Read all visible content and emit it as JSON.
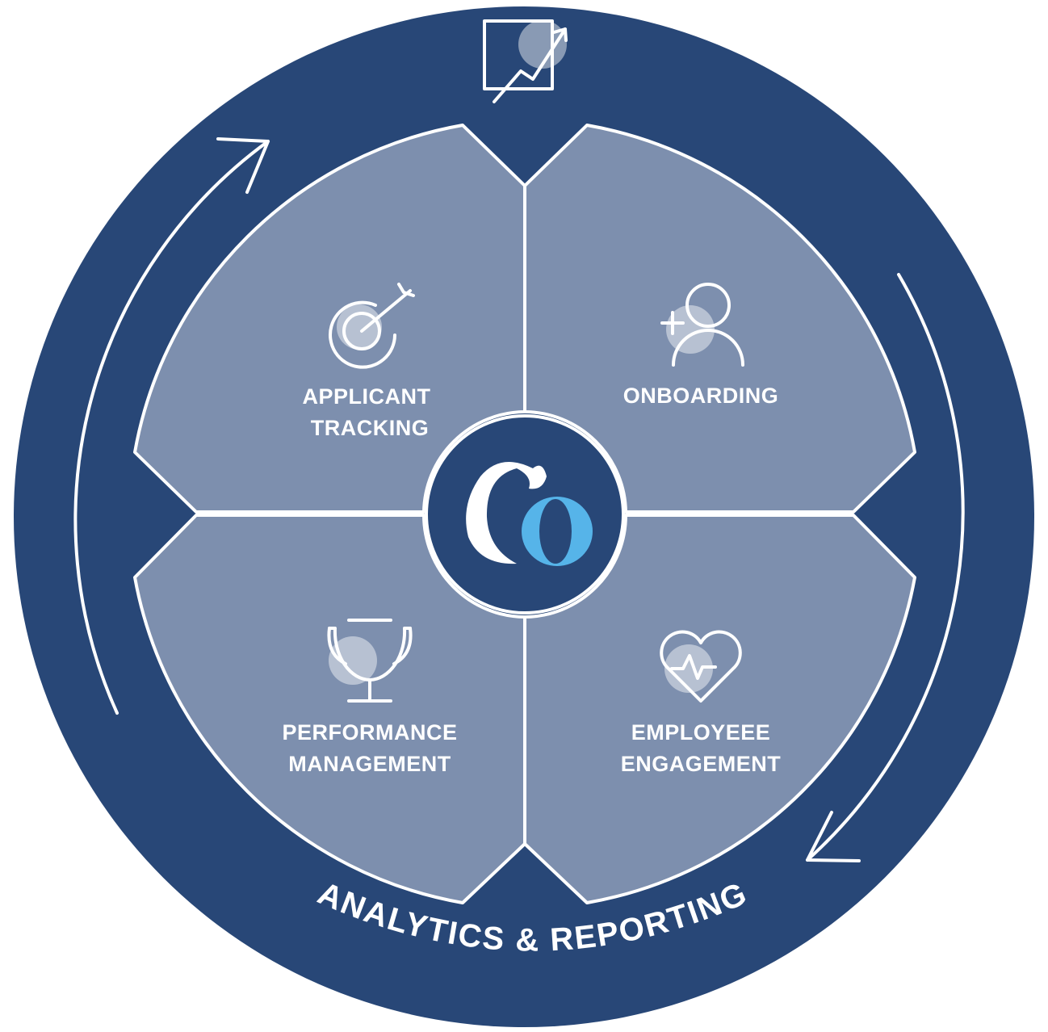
{
  "colors": {
    "outer_ring": "#284777",
    "segment": "#7d8fae",
    "line": "#ffffff",
    "logo_accent": "#56b4e9"
  },
  "top_icon": "chart-growth-icon",
  "segments": [
    {
      "key": "applicant_tracking",
      "icon": "target-arrow-icon",
      "line1": "APPLICANT",
      "line2": "TRACKING"
    },
    {
      "key": "onboarding",
      "icon": "person-add-icon",
      "line1": "ONBOARDING",
      "line2": ""
    },
    {
      "key": "performance_management",
      "icon": "trophy-icon",
      "line1": "PERFORMANCE",
      "line2": "MANAGEMENT"
    },
    {
      "key": "employee_engagement",
      "icon": "heart-pulse-icon",
      "line1": "EMPLOYEEE",
      "line2": "ENGAGEMENT"
    }
  ],
  "bottom_label": "ANALYTICS & REPORTING",
  "logo": {
    "icon": "co-logo-icon",
    "text": "Co"
  }
}
